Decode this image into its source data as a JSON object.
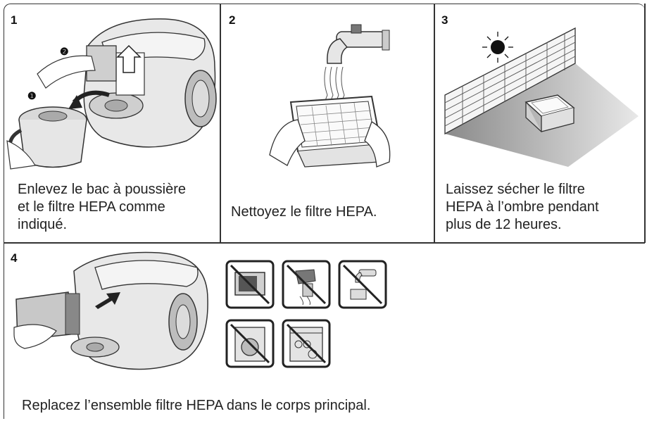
{
  "steps": [
    {
      "number": "1",
      "caption": "Enlevez le bac à poussière\net le filtre HEPA comme\nindiqué."
    },
    {
      "number": "2",
      "caption": "Nettoyez le filtre HEPA."
    },
    {
      "number": "3",
      "caption": "Laissez sécher le filtre\nHEPA à l’ombre pendant\nplus de 12 heures."
    },
    {
      "number": "4",
      "caption": "Replacez l’ensemble filtre HEPA dans le corps principal."
    }
  ],
  "markers": {
    "one": "❶",
    "two": "❷"
  },
  "prohibited_icons": [
    "no-oven-icon",
    "no-hair-dryer-icon",
    "no-tap-water-icon",
    "no-washing-machine-icon",
    "no-dishwasher-icon"
  ],
  "colors": {
    "line": "#333333",
    "shade": "#9a9a9a"
  }
}
